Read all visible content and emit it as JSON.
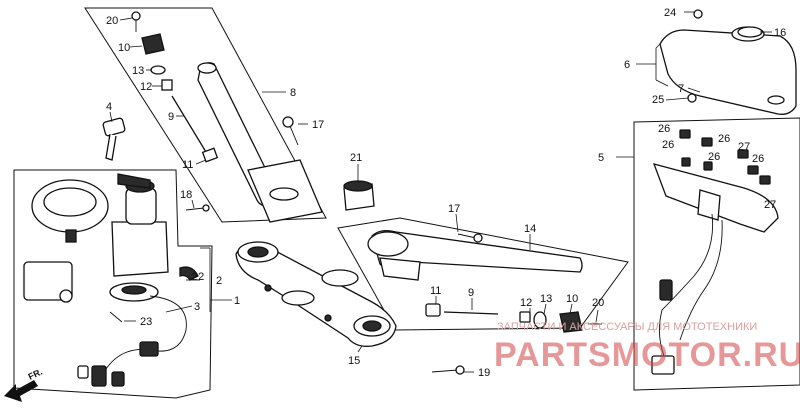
{
  "callouts": {
    "c1": "1",
    "c2": "2",
    "c3": "3",
    "c4": "4",
    "c5": "5",
    "c6": "6",
    "c7": "7",
    "c8": "8",
    "c9a": "9",
    "c9b": "9",
    "c10a": "10",
    "c10b": "10",
    "c11a": "11",
    "c11b": "11",
    "c12a": "12",
    "c12b": "12",
    "c13a": "13",
    "c13b": "13",
    "c14": "14",
    "c15": "15",
    "c16": "16",
    "c17a": "17",
    "c17b": "17",
    "c18": "18",
    "c19": "19",
    "c20a": "20",
    "c20b": "20",
    "c21": "21",
    "c22": "22",
    "c23": "23",
    "c24": "24",
    "c25": "25",
    "c26a": "26",
    "c26b": "26",
    "c26c": "26",
    "c26d": "26",
    "c26e": "26",
    "c27a": "27",
    "c27b": "27"
  },
  "direction": {
    "label": "FR."
  },
  "watermark": {
    "subtitle": "ЗАПЧАСТИ И АКСЕССУАРЫ ДЛЯ МОТОТЕХНИКИ",
    "brand": "PARTSMOTOR.RU"
  }
}
